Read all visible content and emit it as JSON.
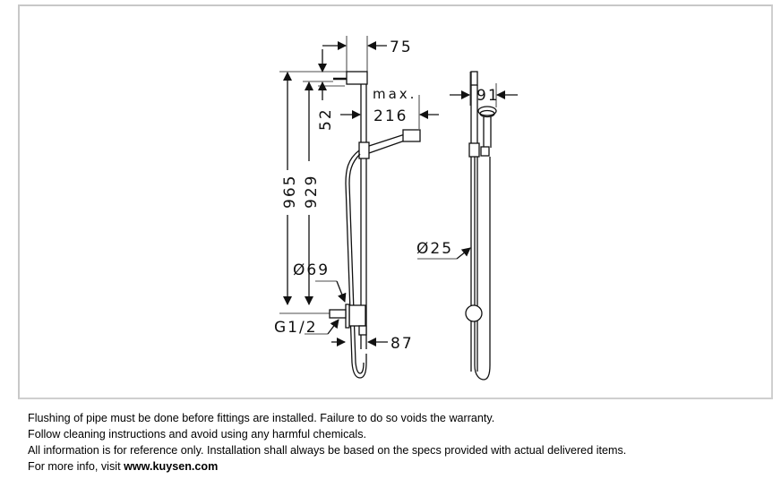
{
  "diagram": {
    "title": "Shower rail technical drawing",
    "dimensions": {
      "top_offset": "75",
      "max_label": "max.",
      "max_reach": "216",
      "side_offset": "52",
      "total_height": "965",
      "rail_height": "929",
      "diameter_wall": "Ø69",
      "thread": "G1/2",
      "bottom_depth": "87",
      "head_width": "91",
      "rail_diameter": "Ø25"
    }
  },
  "notes": {
    "line1": "Flushing of pipe must be done before fittings are installed. Failure to do so voids the warranty.",
    "line2": "Follow cleaning instructions and avoid using any harmful chemicals.",
    "line3": "All information is for reference only. Installation shall always be based on the specs provided with actual delivered items.",
    "line4_prefix": "For more info, visit ",
    "line4_link": "www.kuysen.com"
  }
}
